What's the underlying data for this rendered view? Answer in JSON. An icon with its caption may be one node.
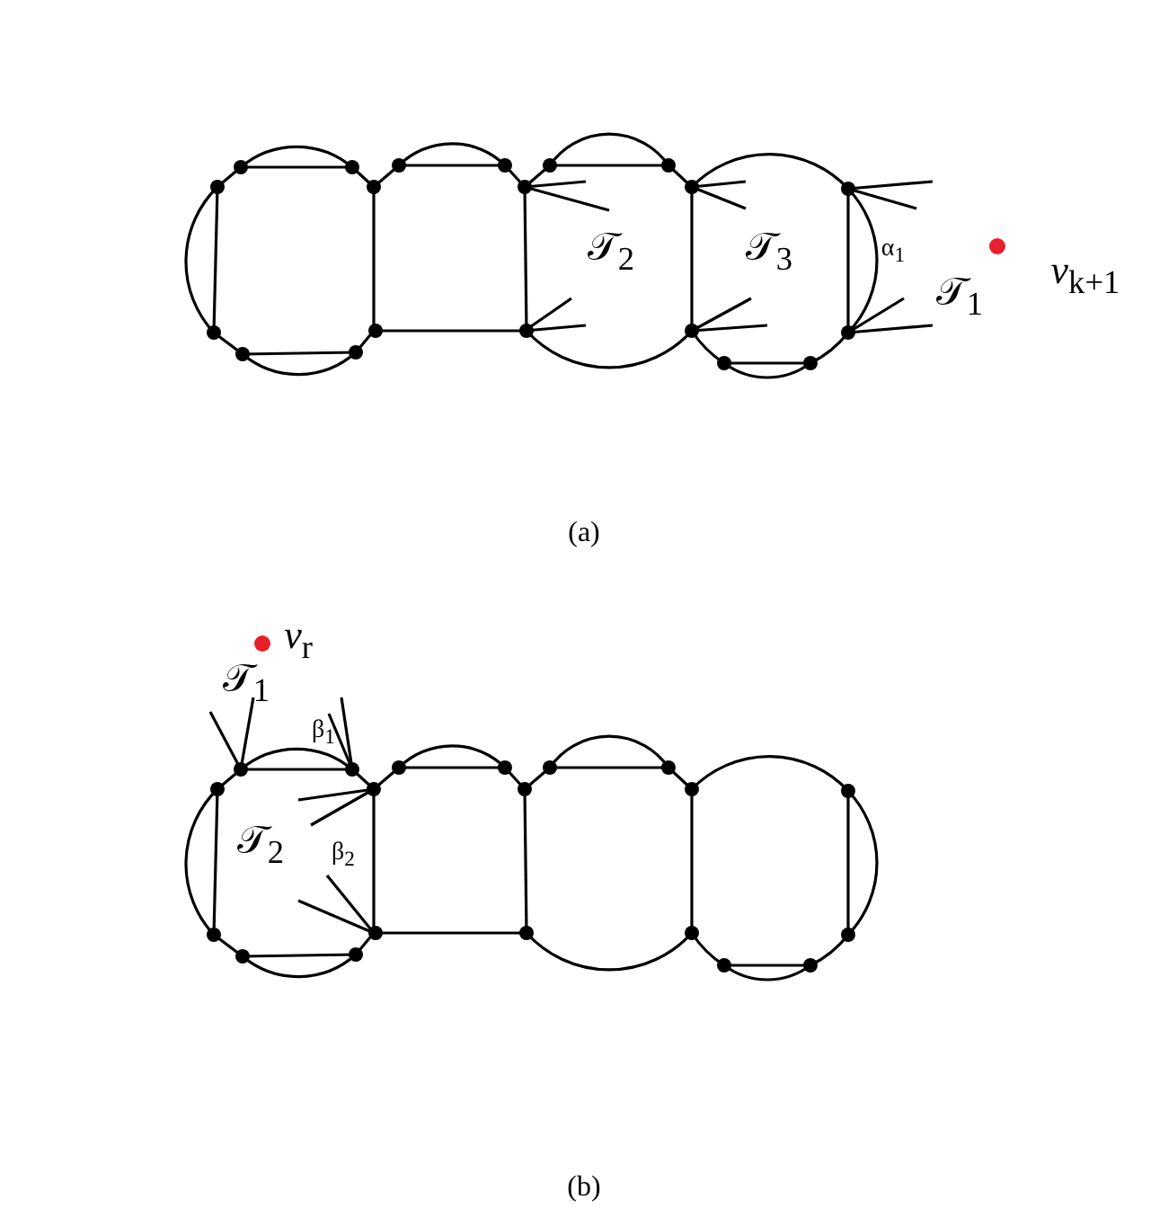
{
  "diagram": {
    "labels": [
      "𝒯$_{2}$",
      "𝒯$_{3}$",
      "α$_{1}$",
      "*v*$_{k+1}$",
      "𝒯$_{1}$",
      "(a)",
      "*v*$_{r}$",
      "𝒯$_{1}$",
      "β$_{1}$",
      "𝒯$_{2}$",
      "β$_{2}$",
      "(b)"
    ]
  }
}
